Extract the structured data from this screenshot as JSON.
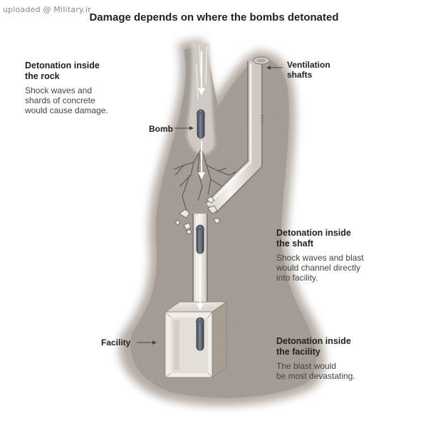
{
  "watermark": "uploaded @ Military.ir",
  "title": "Damage depends on where the bombs detonated",
  "annotations": {
    "rock": {
      "heading_line1": "Detonation inside",
      "heading_line2": "the rock",
      "text_line1": "Shock waves and",
      "text_line2": "shards of concrete",
      "text_line3": "would cause damage."
    },
    "shaft": {
      "heading_line1": "Detonation inside",
      "heading_line2": "the shaft",
      "text_line1": "Shock waves and blast",
      "text_line2": "would channel directly",
      "text_line3": "into facility."
    },
    "facility": {
      "heading_line1": "Detonation inside",
      "heading_line2": "the facility",
      "text_line1": "The blast would",
      "text_line2": "be most devastating."
    }
  },
  "labels": {
    "ventilation_line1": "Ventilation",
    "ventilation_line2": "shafts",
    "bomb": "Bomb",
    "facility": "Facility"
  },
  "colors": {
    "rock": "#a89e94",
    "rock_dark": "#8f857b",
    "shaft_fill": "#f2f0ed",
    "shaft_edge": "#8a8079",
    "bomb": "#5a6470"
  }
}
